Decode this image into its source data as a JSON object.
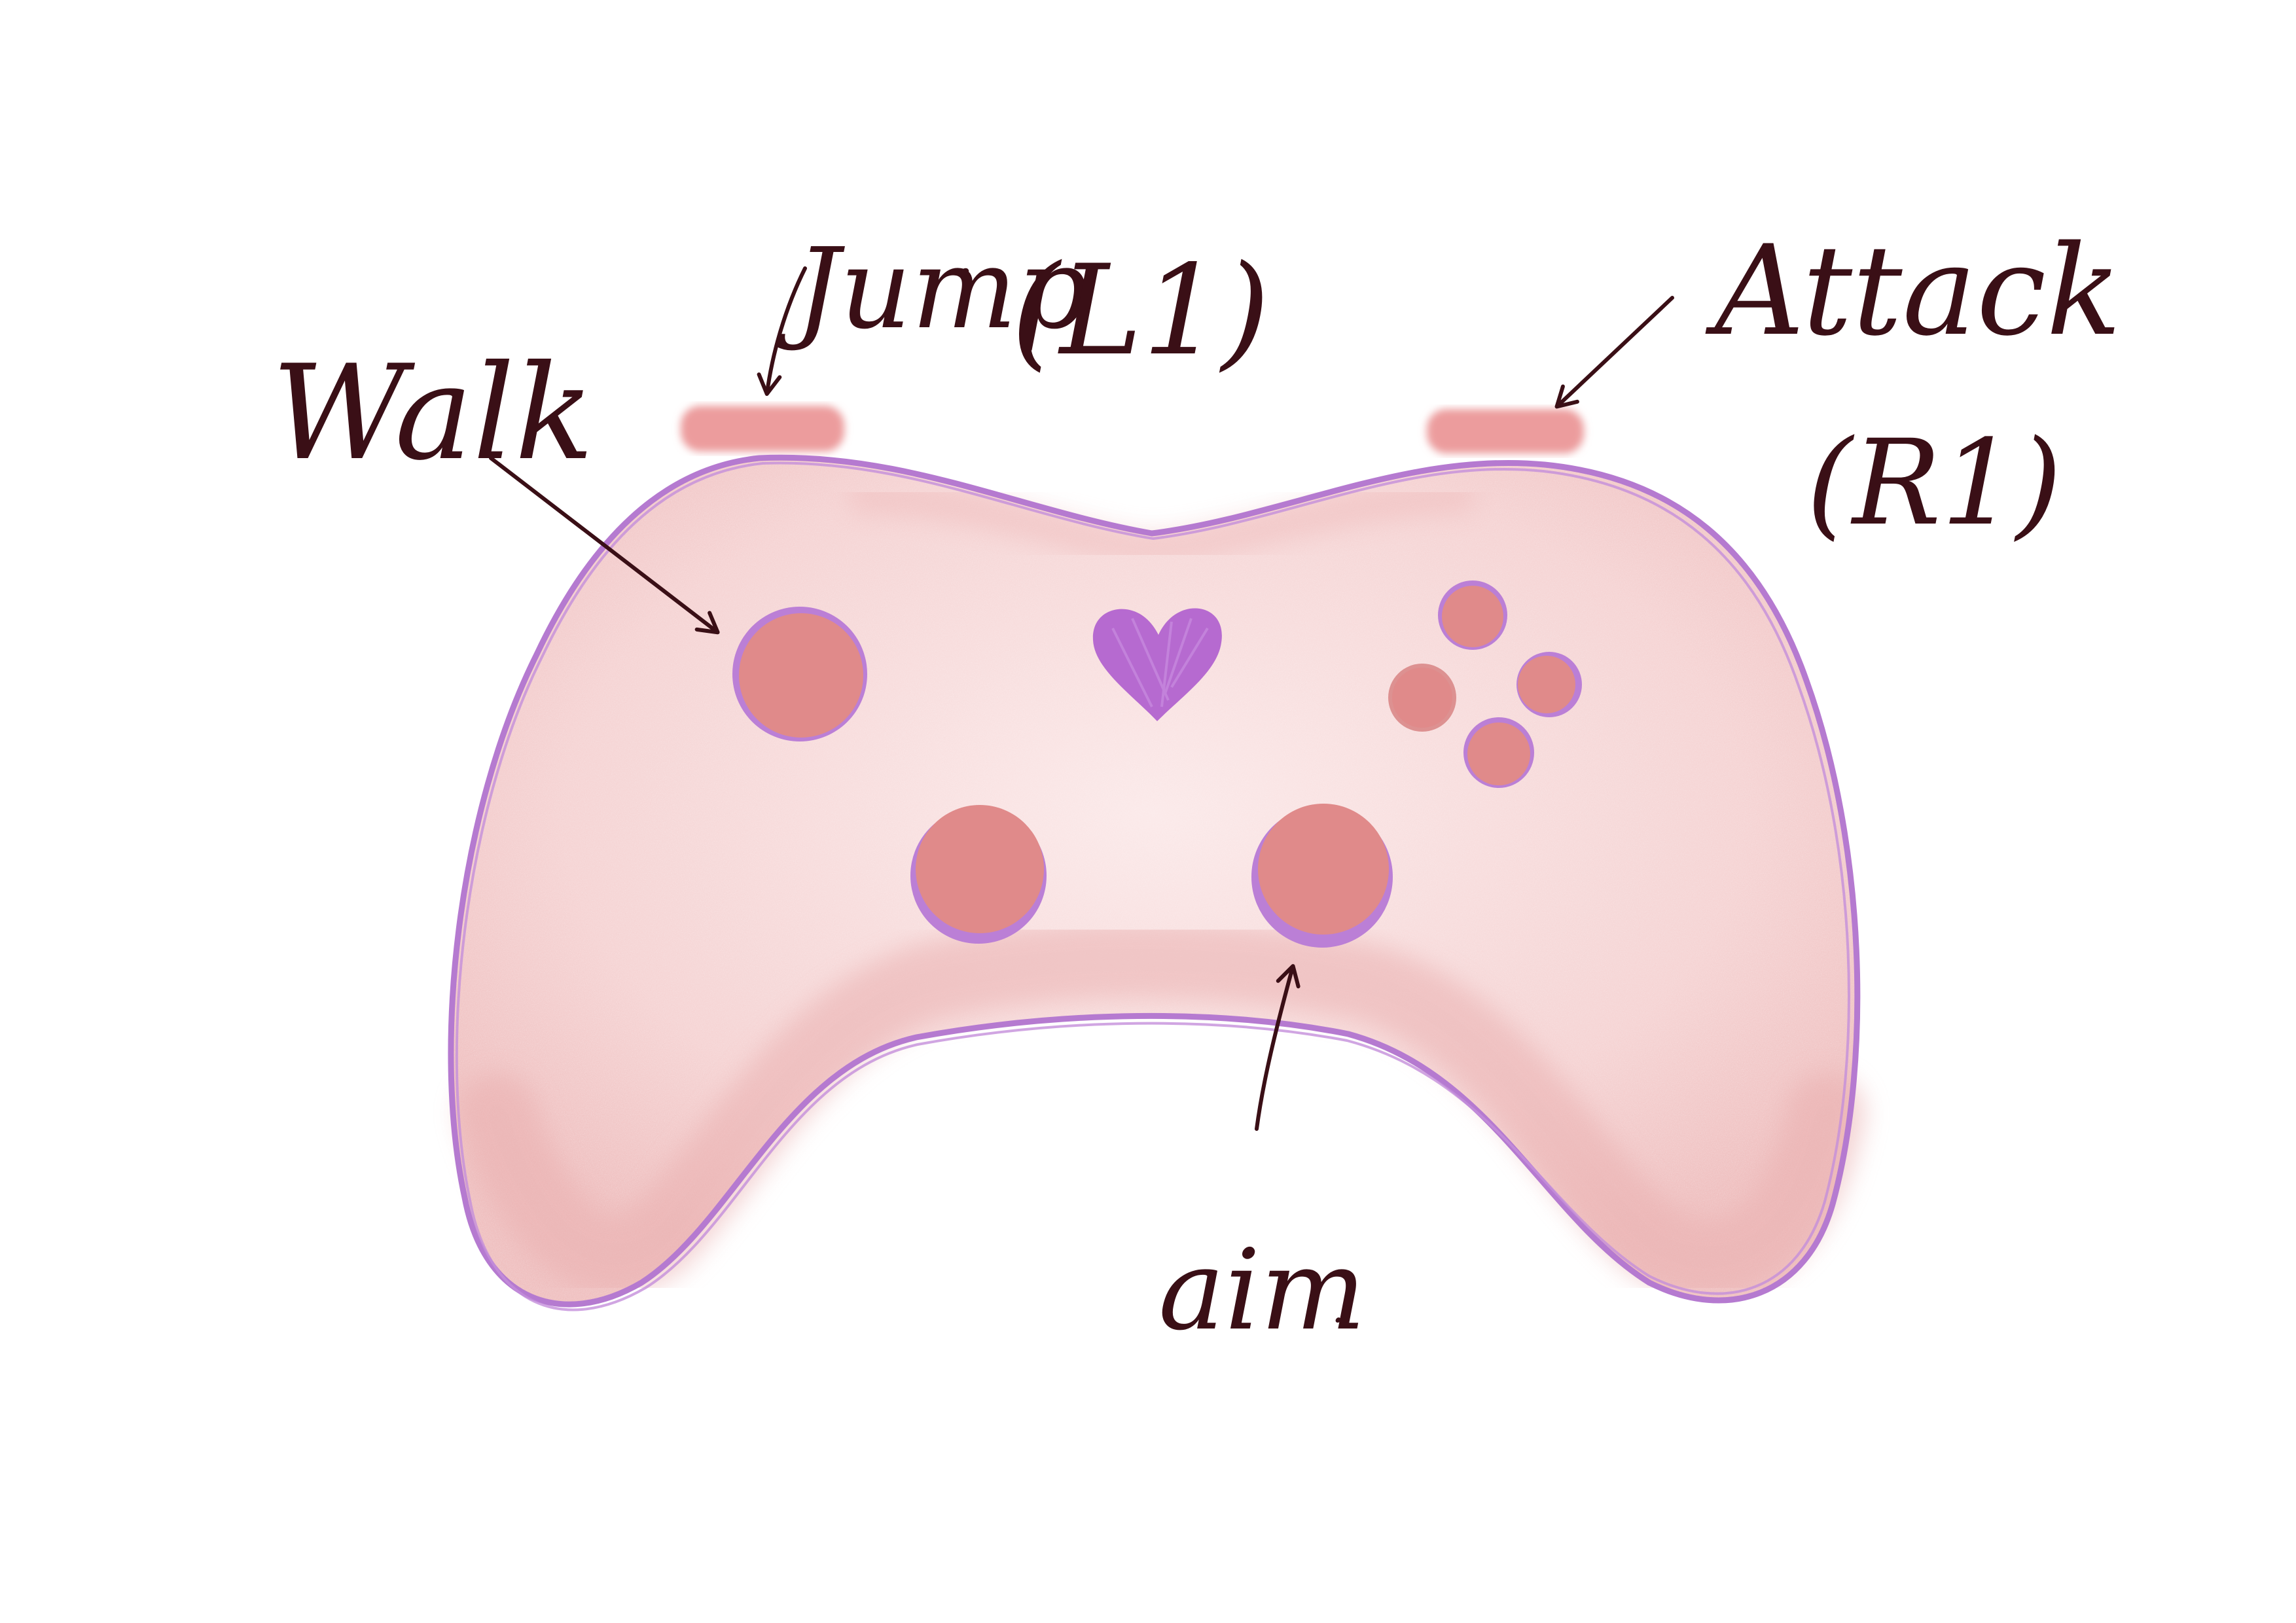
{
  "diagram": {
    "labels": {
      "walk": "Walk",
      "jump": "Jump",
      "jump_dot": ".",
      "jump_button": "(L1)",
      "attack": "Attack",
      "attack_button": "(R1)",
      "aim": "aim",
      "aim_dot": "."
    },
    "colors": {
      "body_fill": "#f3cccd",
      "body_outline": "#b57ad0",
      "body_shade": "#eab0b0",
      "button_fill": "#e08a8a",
      "button_rim": "#bb7fd6",
      "bumper": "#ec9c9d",
      "heart": "#b66ad0",
      "ink": "#3a0f16",
      "background": "#ffffff"
    },
    "icons": {
      "center_button": "heart-icon",
      "face_buttons": "four-dot-cluster"
    }
  }
}
